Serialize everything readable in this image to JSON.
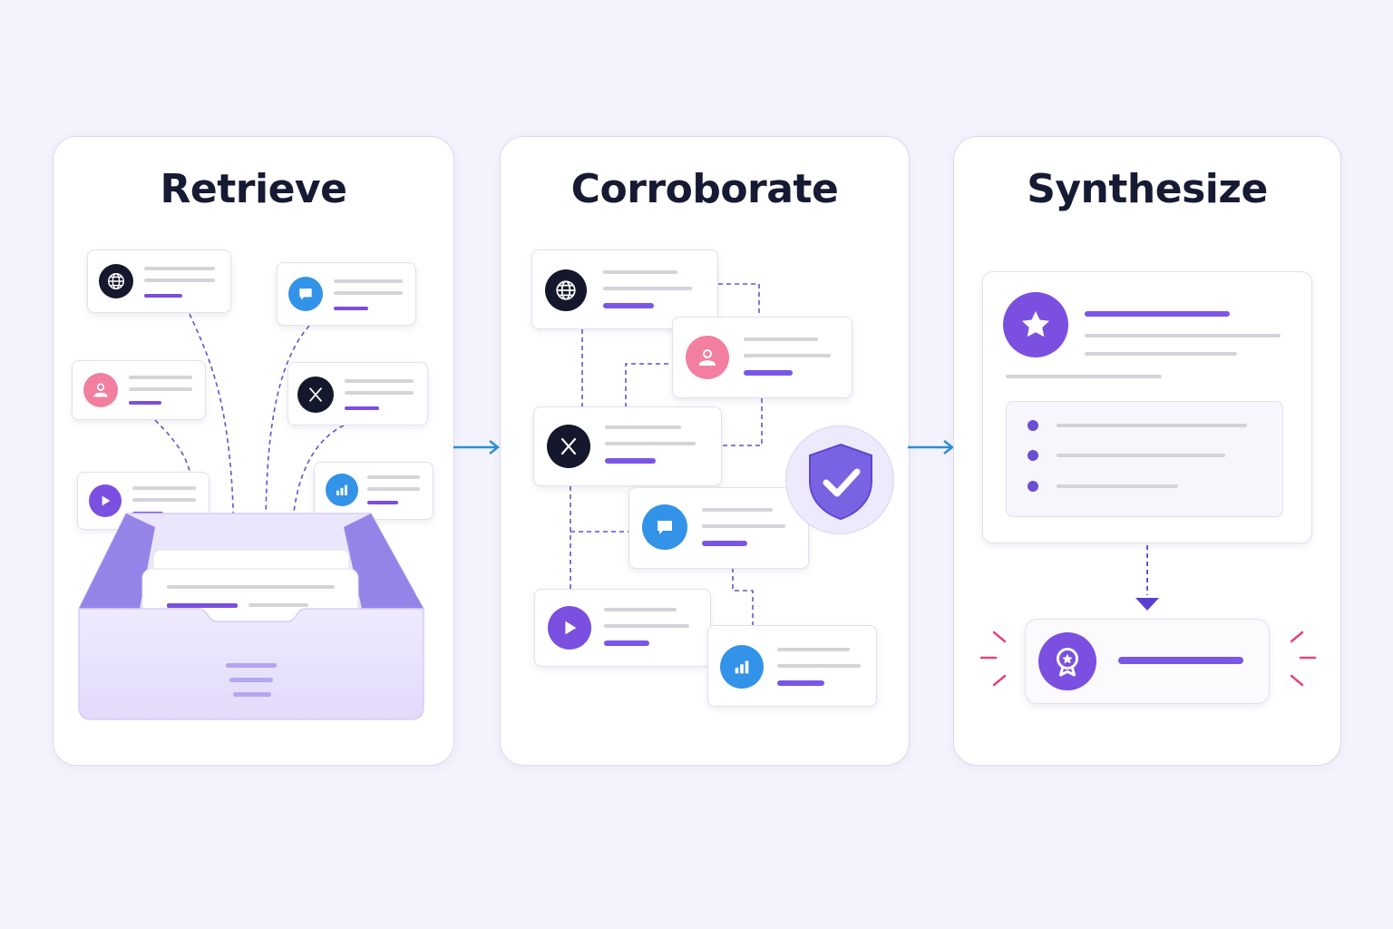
{
  "steps": [
    {
      "id": "retrieve",
      "title": "Retrieve"
    },
    {
      "id": "corroborate",
      "title": "Corroborate"
    },
    {
      "id": "synthesize",
      "title": "Synthesize"
    }
  ],
  "source_icons": [
    "globe-icon",
    "chat-bubble-icon",
    "user-icon",
    "x-logo-icon",
    "play-icon",
    "bar-chart-icon"
  ],
  "colors": {
    "background": "#f4f2fd",
    "title": "#171a33",
    "accent_purple": "#7b4fdf",
    "arrow_blue": "#2d8fd0",
    "shield": "#7a63e2",
    "spark_pink": "#e0457a",
    "tray": "#e7e1fb"
  },
  "synthesize_icons": [
    "star-icon",
    "award-badge-icon"
  ]
}
